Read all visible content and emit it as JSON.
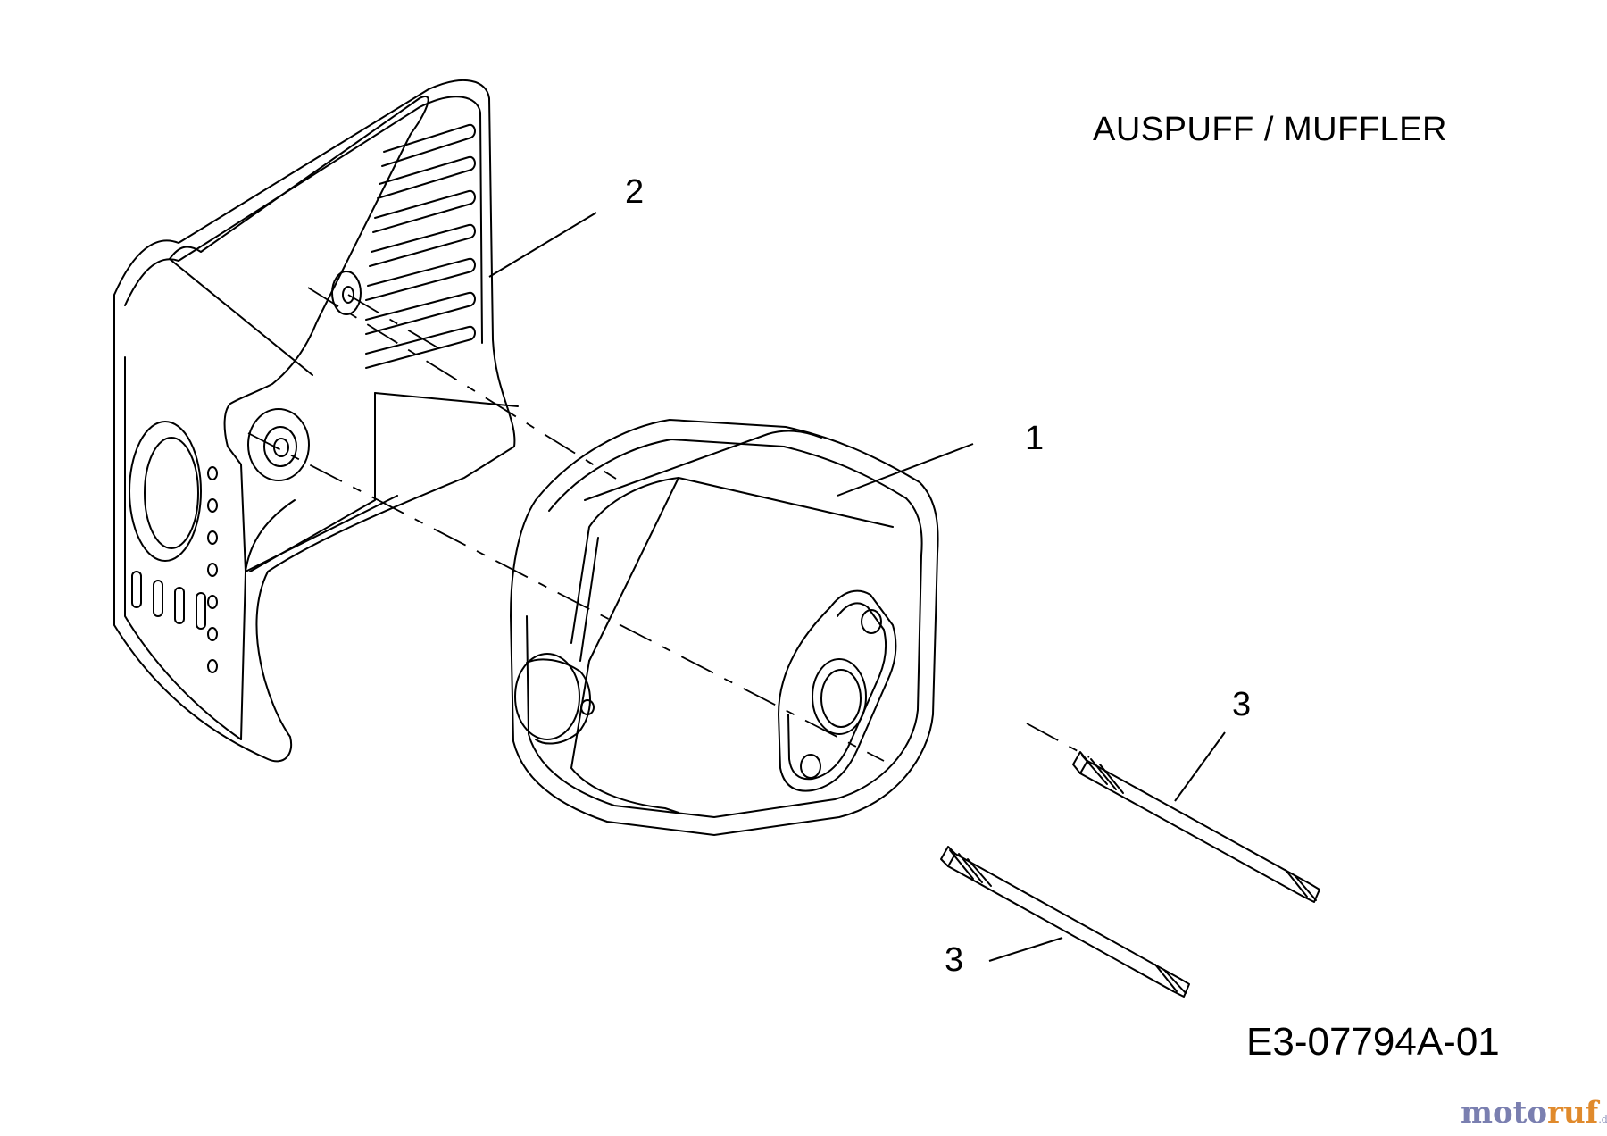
{
  "header": {
    "title": "AUSPUFF / MUFFLER"
  },
  "callouts": {
    "shield": "2",
    "muffler": "1",
    "stud_upper": "3",
    "stud_lower": "3"
  },
  "footer": {
    "drawing_code": "E3-07794A-01"
  },
  "watermark": {
    "prefix": "moto",
    "accent": "ruf",
    "suffix": ".de"
  },
  "colors": {
    "line": "#000000",
    "watermark": "#7a7fb0",
    "watermark_accent": "#e08a2c"
  }
}
